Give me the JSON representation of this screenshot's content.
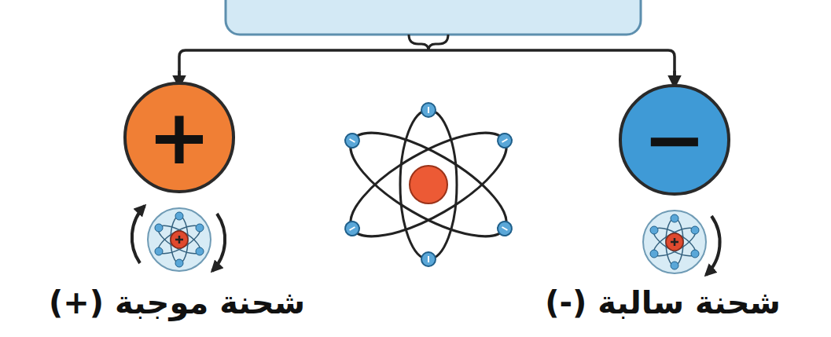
{
  "diagram": {
    "nodes": [
      {
        "text": [
          "+"
        ]
      },
      {
        "text": [
          "−"
        ]
      }
    ],
    "labels": [
      "شحنة موجبة (+)",
      "شحنة سالبة (-)"
    ]
  }
}
